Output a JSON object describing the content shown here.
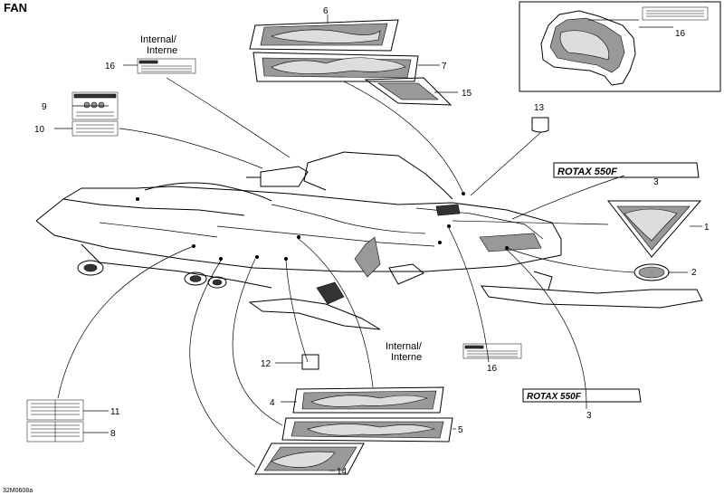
{
  "diagram": {
    "title": "FAN",
    "code": "32M0608a",
    "internal_label_1": "Internal/",
    "internal_label_2": "Interne",
    "internal_label_b1": "Internal/",
    "internal_label_b2": "Interne",
    "engine_badge": "ROTAX 550F",
    "engine_badge_b": "ROTAX 550F",
    "callouts": {
      "c1": "1",
      "c2": "2",
      "c3a": "3",
      "c3b": "3",
      "c4": "4",
      "c5": "5",
      "c6": "6",
      "c7": "7",
      "c8": "8",
      "c9": "9",
      "c10": "10",
      "c11": "11",
      "c12": "12",
      "c13": "13",
      "c14": "14",
      "c15": "15",
      "c16a": "16",
      "c16b": "16",
      "c16c": "16"
    }
  }
}
